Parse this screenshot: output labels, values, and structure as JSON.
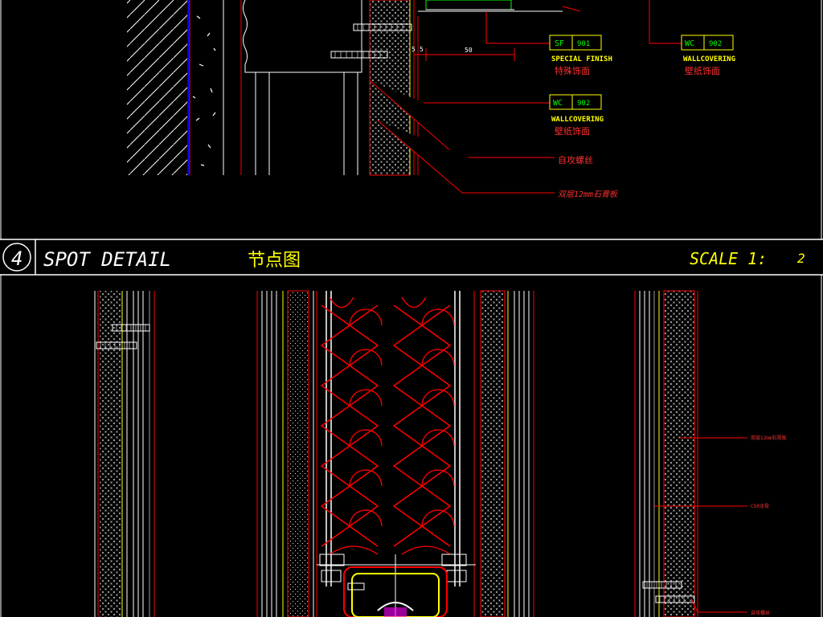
{
  "title_bar": {
    "number": "4",
    "title": "SPOT DETAIL",
    "title_cn": "节点图",
    "scale_label": "SCALE 1:",
    "scale_value": "2"
  },
  "upper_labels": {
    "dim_5a": "5",
    "dim_5b": "5",
    "dim_50": "50",
    "sf_code": "SF",
    "sf_num": "901",
    "sf_en": "SPECIAL FINISH",
    "sf_cn": "特殊饰面",
    "wc1_code": "WC",
    "wc1_num": "902",
    "wc1_en": "WALLCOVERING",
    "wc1_cn": "壁纸饰面",
    "wc2_code": "WC",
    "wc2_num": "902",
    "wc2_en": "WALLCOVERING",
    "wc2_cn": "壁纸饰面",
    "screw_cn": "自攻螺丝",
    "gypsum_cn": "双层12mm石膏板"
  },
  "lower_labels": {
    "gypsum_small": "双层12mm石膏板",
    "stud_small": "C50龙骨",
    "screw_small": "自攻螺丝"
  },
  "colors": {
    "background": "#000000",
    "line_red": "#ff0000",
    "line_white": "#ffffff",
    "line_yellow": "#ffff00",
    "line_green": "#00ff00",
    "line_blue": "#0000ff",
    "line_magenta": "#ff00ff",
    "line_grey": "#9a9a9a"
  }
}
